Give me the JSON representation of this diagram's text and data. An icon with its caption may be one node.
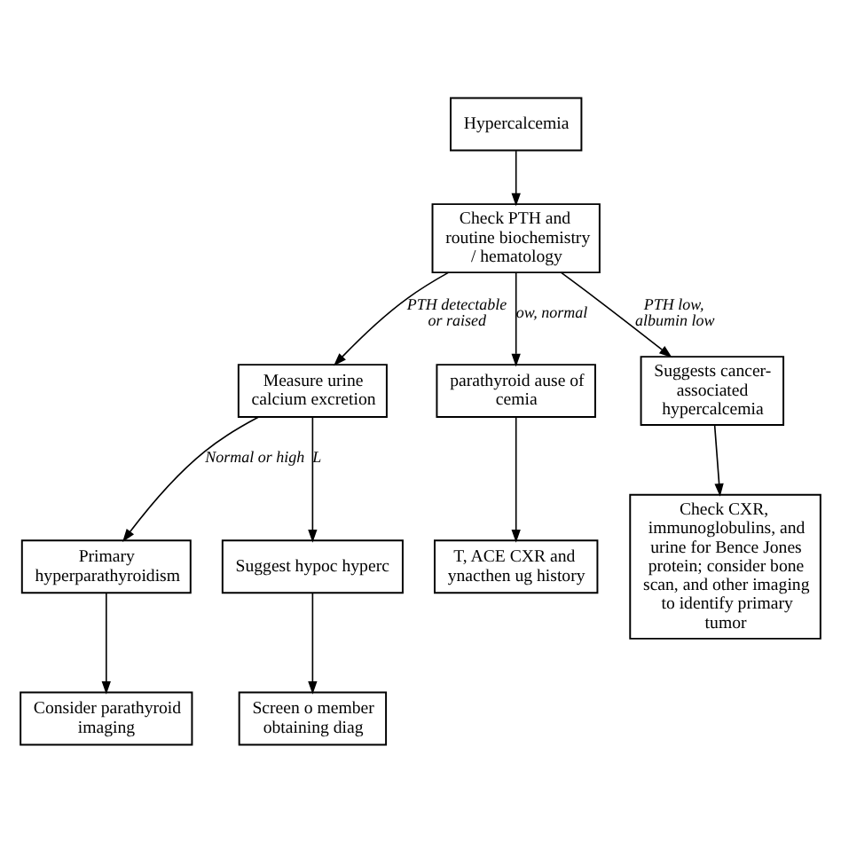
{
  "diagram": {
    "nodes": [
      {
        "text": [
          "Hypercalcemia"
        ]
      },
      {
        "text": [
          "Check PTH and routine biochemistry / hematology"
        ]
      },
      {
        "text": [
          "Measure urine calcium excretion"
        ]
      },
      {
        "text": [
          "parathyroid ause of cemia"
        ]
      },
      {
        "text": [
          "Suggests cancer-associated hypercalcemia"
        ]
      },
      {
        "text": [
          "Primary hyperparathyroidism"
        ]
      },
      {
        "text": [
          "Suggest hypoc hyperc"
        ]
      },
      {
        "text": [
          "T, ACE CXR and ynacthen ug history"
        ]
      },
      {
        "text": [
          "Check CXR, immunoglobulins, and urine for Bence Jones protein; consider bone scan, and other imaging to identify primary tumor"
        ]
      },
      {
        "text": [
          "Consider parathyroid imaging"
        ]
      },
      {
        "text": [
          "Screen o member obtaining diag"
        ]
      }
    ],
    "edges": [
      {
        "from": 0,
        "to": 1,
        "arrow": "to"
      },
      {
        "from": 1,
        "to": 3,
        "arrow": "to",
        "label": "ow, normal"
      },
      {
        "from": 1,
        "to": 4,
        "arrow": "to",
        "label": "PTH low, albumin low"
      },
      {
        "from": 1,
        "to": 2,
        "arrow": "to",
        "label": "PTH detectable or raised"
      },
      {
        "from": 2,
        "to": 5,
        "arrow": "to",
        "label": "Normal or high"
      },
      {
        "from": 2,
        "to": 6,
        "arrow": "to",
        "label": "L"
      },
      {
        "from": 3,
        "to": 7,
        "arrow": "to"
      },
      {
        "from": 4,
        "to": 8,
        "arrow": "to"
      },
      {
        "from": 5,
        "to": 9,
        "arrow": "to"
      },
      {
        "from": 6,
        "to": 10,
        "arrow": "to"
      }
    ]
  }
}
